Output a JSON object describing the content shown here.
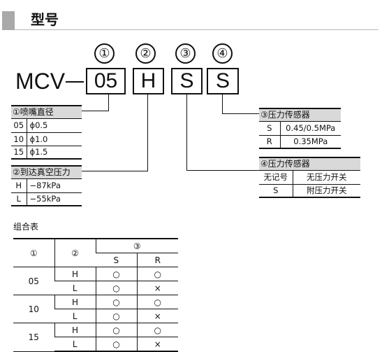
{
  "header": {
    "title": "型号"
  },
  "model": {
    "prefix": "MCV",
    "positions": [
      "①",
      "②",
      "③",
      "④"
    ],
    "codes": [
      "05",
      "H",
      "S",
      "S"
    ]
  },
  "table1": {
    "title": "①喷嘴直径",
    "rows": [
      {
        "k": "05",
        "v": "ϕ0.5"
      },
      {
        "k": "10",
        "v": "ϕ1.0"
      },
      {
        "k": "15",
        "v": "ϕ1.5"
      }
    ]
  },
  "table2": {
    "title": "②到达真空压力",
    "rows": [
      {
        "k": "H",
        "v": "−87kPa"
      },
      {
        "k": "L",
        "v": "−55kPa"
      }
    ]
  },
  "table3": {
    "title": "③压力传感器",
    "rows": [
      {
        "k": "S",
        "v": "0.45/0.5MPa"
      },
      {
        "k": "R",
        "v": "0.35MPa"
      }
    ]
  },
  "table4": {
    "title": "④压力传感器",
    "rows": [
      {
        "k": "无记号",
        "v": "无压力开关"
      },
      {
        "k": "S",
        "v": "附压力开关"
      }
    ]
  },
  "combo": {
    "title": "组合表",
    "head": {
      "c1": "①",
      "c2": "②",
      "c3": "③",
      "s": "S",
      "r": "R"
    },
    "groups": [
      {
        "size": "05",
        "rows": [
          {
            "p": "H",
            "s": "○",
            "r": "○"
          },
          {
            "p": "L",
            "s": "○",
            "r": "×"
          }
        ]
      },
      {
        "size": "10",
        "rows": [
          {
            "p": "H",
            "s": "○",
            "r": "○"
          },
          {
            "p": "L",
            "s": "○",
            "r": "×"
          }
        ]
      },
      {
        "size": "15",
        "rows": [
          {
            "p": "H",
            "s": "○",
            "r": "○"
          },
          {
            "p": "L",
            "s": "○",
            "r": "×"
          }
        ]
      }
    ]
  }
}
